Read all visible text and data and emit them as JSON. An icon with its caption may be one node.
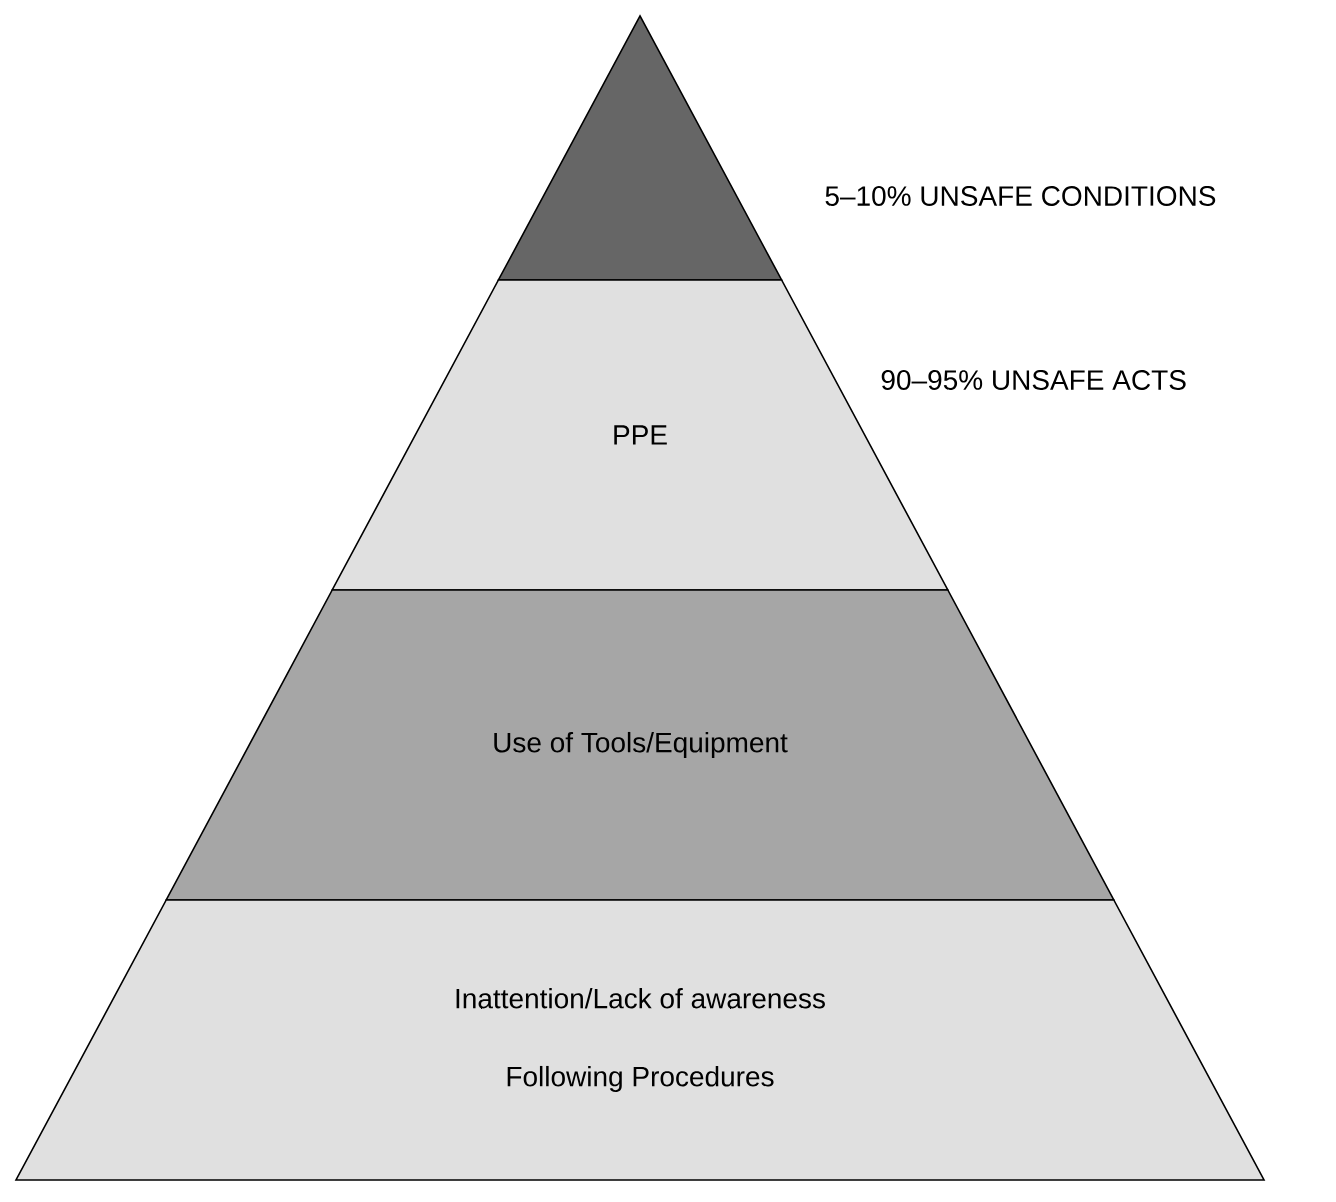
{
  "diagram": {
    "nodes": [
      {
        "text": [],
        "shape": "triangle"
      },
      {
        "text": [
          "PPE"
        ]
      },
      {
        "text": [
          "Use of Tools/Equipment"
        ]
      },
      {
        "text": [
          "Inattention/Lack of awareness",
          "Following Procedures"
        ]
      }
    ],
    "labels": [
      "5–10% UNSAFE CONDITIONS",
      "90–95% UNSAFE ACTS"
    ]
  }
}
